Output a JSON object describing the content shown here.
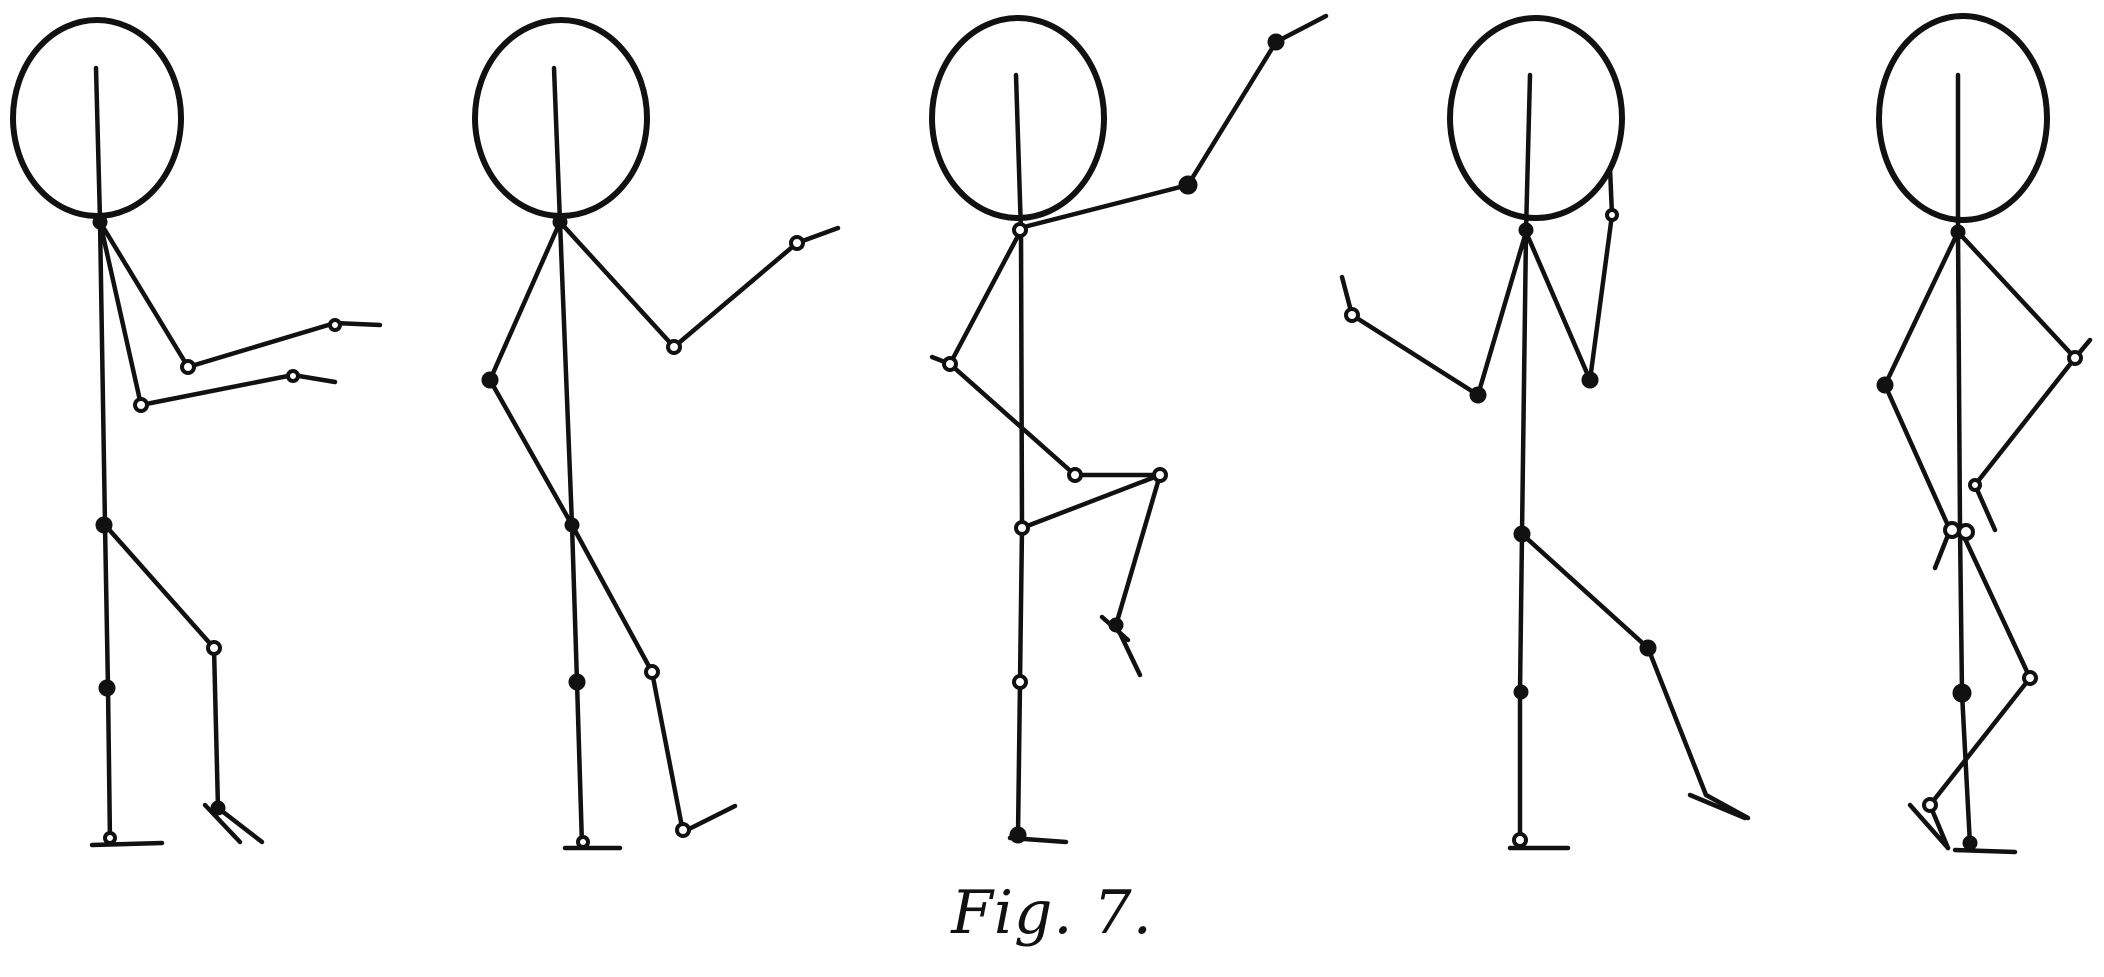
{
  "figure": {
    "caption": "Fig. 7."
  },
  "figures": [
    {
      "pose": "arms-forward-left-knee-bent"
    },
    {
      "pose": "arms-out-contrapposto"
    },
    {
      "pose": "arm-raised-knee-lifted"
    },
    {
      "pose": "hand-raised-leg-back"
    },
    {
      "pose": "legs-crossed-hand-on-hip"
    }
  ],
  "colors": {
    "ink": "#111111",
    "paper": "#ffffff"
  }
}
